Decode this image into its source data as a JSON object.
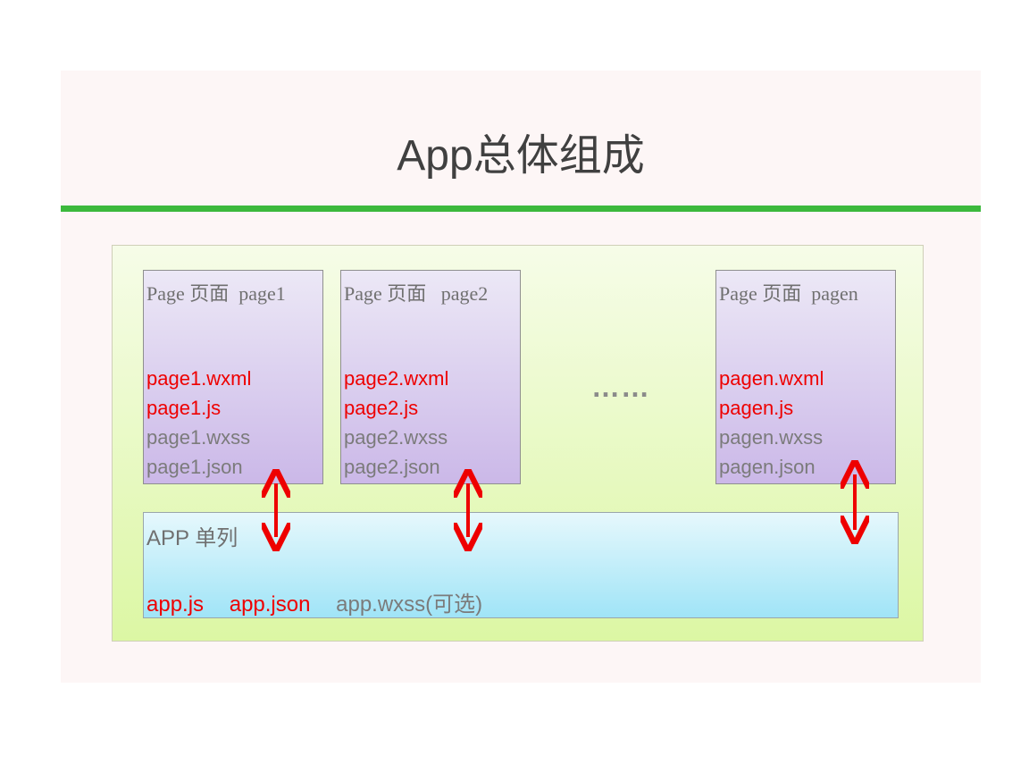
{
  "title": "App总体组成",
  "pages": [
    {
      "head": "Page 页面  page1",
      "files": [
        {
          "text": "page1.wxml",
          "color": "red"
        },
        {
          "text": "page1.js",
          "color": "red"
        },
        {
          "text": "page1.wxss",
          "color": "grey"
        },
        {
          "text": "page1.json",
          "color": "grey"
        }
      ]
    },
    {
      "head": "Page 页面   page2",
      "files": [
        {
          "text": "page2.wxml",
          "color": "red"
        },
        {
          "text": "page2.js",
          "color": "red"
        },
        {
          "text": "page2.wxss",
          "color": "grey"
        },
        {
          "text": "page2.json",
          "color": "grey"
        }
      ]
    },
    {
      "head": "Page 页面  pagen",
      "files": [
        {
          "text": "pagen.wxml",
          "color": "red"
        },
        {
          "text": "pagen.js",
          "color": "red"
        },
        {
          "text": "pagen.wxss",
          "color": "grey"
        },
        {
          "text": "pagen.json",
          "color": "grey"
        }
      ]
    }
  ],
  "ellipsis": "……",
  "app": {
    "head": "APP 单列",
    "files": [
      {
        "text": "app.js",
        "color": "red"
      },
      {
        "text": "app.json",
        "color": "red"
      },
      {
        "text": "app.wxss(可选)",
        "color": "grey"
      }
    ]
  },
  "colors": {
    "accent_rule": "#3cb93c",
    "required_file": "#ee0000",
    "optional_file": "#7b7b7b",
    "arrow": "#ee0000"
  }
}
